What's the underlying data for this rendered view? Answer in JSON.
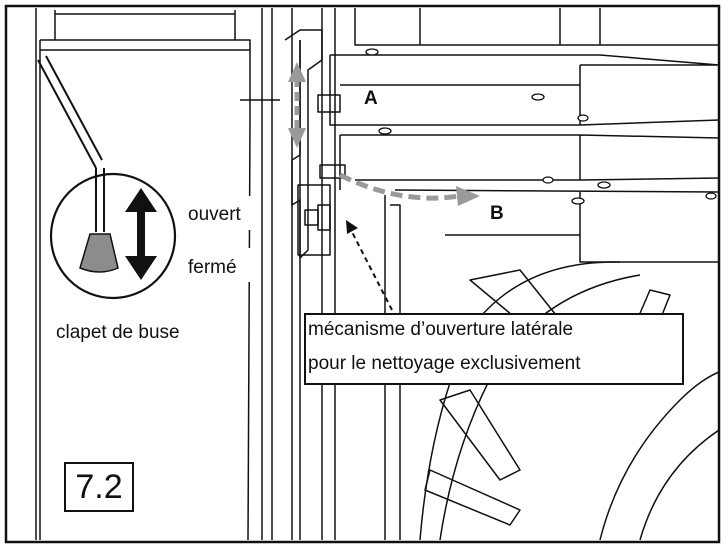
{
  "figure_number": "7.2",
  "labels": {
    "a": "A",
    "b": "B",
    "open": "ouvert",
    "closed": "fermé",
    "nozzle_flap": "clapet de buse"
  },
  "callout": {
    "line1": "mécanisme d’ouverture latérale",
    "line2": "pour le nettoyage exclusivement"
  },
  "colors": {
    "line": "#111111",
    "arrow_gray": "#9a9a9a",
    "flap_fill": "#8c8c8c"
  }
}
